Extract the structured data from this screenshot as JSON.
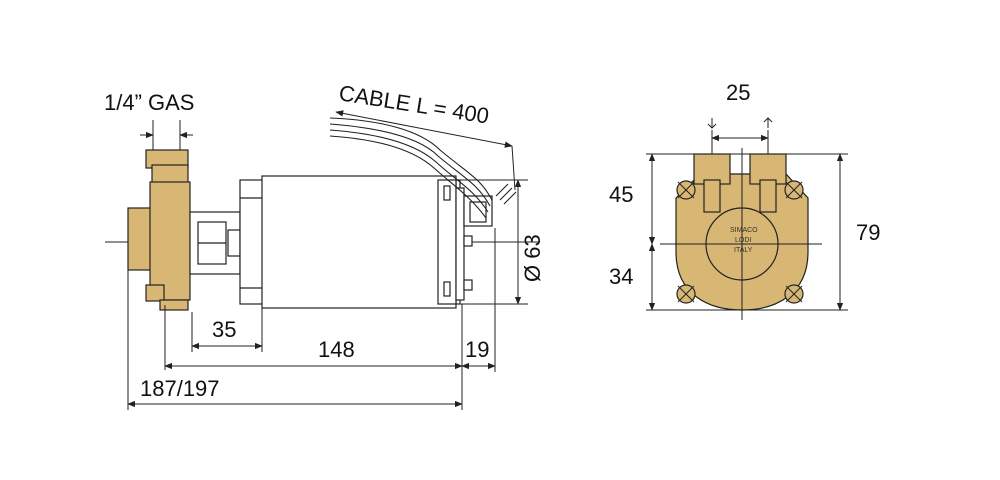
{
  "drawing": {
    "thread_label": "1/4” GAS",
    "cable_label": "CABLE L = 400",
    "diameter_label": "Ø 63",
    "dims": {
      "d35": "35",
      "d148": "148",
      "d19": "19",
      "d187": "187/197",
      "d25": "25",
      "d45": "45",
      "d34": "34",
      "d79": "79"
    },
    "badge": [
      "SIMACO",
      "LODI",
      "ITALY"
    ],
    "colors": {
      "brass": "#D8B774",
      "brass_dark": "#B8914A",
      "line": "#222222"
    }
  }
}
